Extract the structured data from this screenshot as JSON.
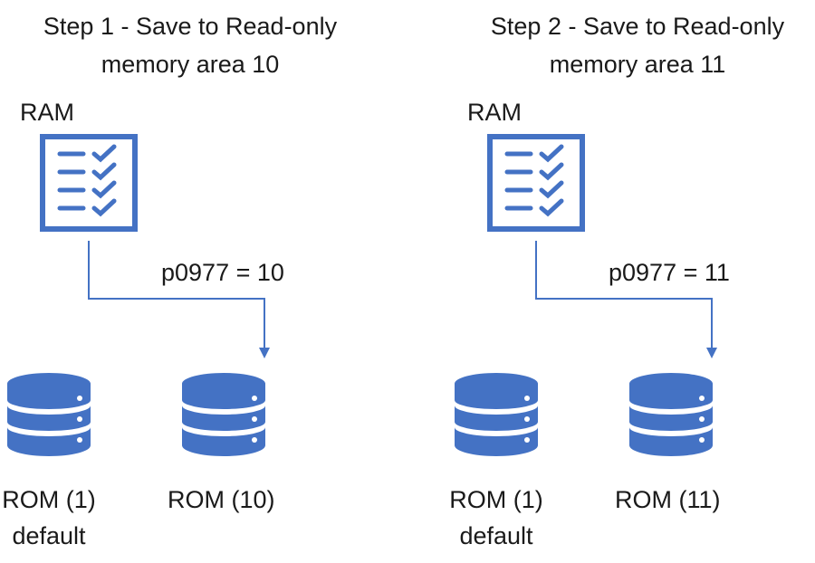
{
  "colors": {
    "accent": "#4472c4",
    "text": "#1a1a1a"
  },
  "steps": [
    {
      "title_line1": "Step 1 - Save to Read-only",
      "title_line2": "memory area 10",
      "ram_label": "RAM",
      "param_text": "p0977 = 10",
      "rom_a_line1": "ROM (1)",
      "rom_a_line2": "default",
      "rom_b_label": "ROM (10)",
      "icons": [
        "checklist-icon",
        "database-icon",
        "database-icon"
      ]
    },
    {
      "title_line1": "Step 2 - Save to Read-only",
      "title_line2": "memory area 11",
      "ram_label": "RAM",
      "param_text": "p0977 = 11",
      "rom_a_line1": "ROM (1)",
      "rom_a_line2": "default",
      "rom_b_label": "ROM (11)",
      "icons": [
        "checklist-icon",
        "database-icon",
        "database-icon"
      ]
    }
  ]
}
